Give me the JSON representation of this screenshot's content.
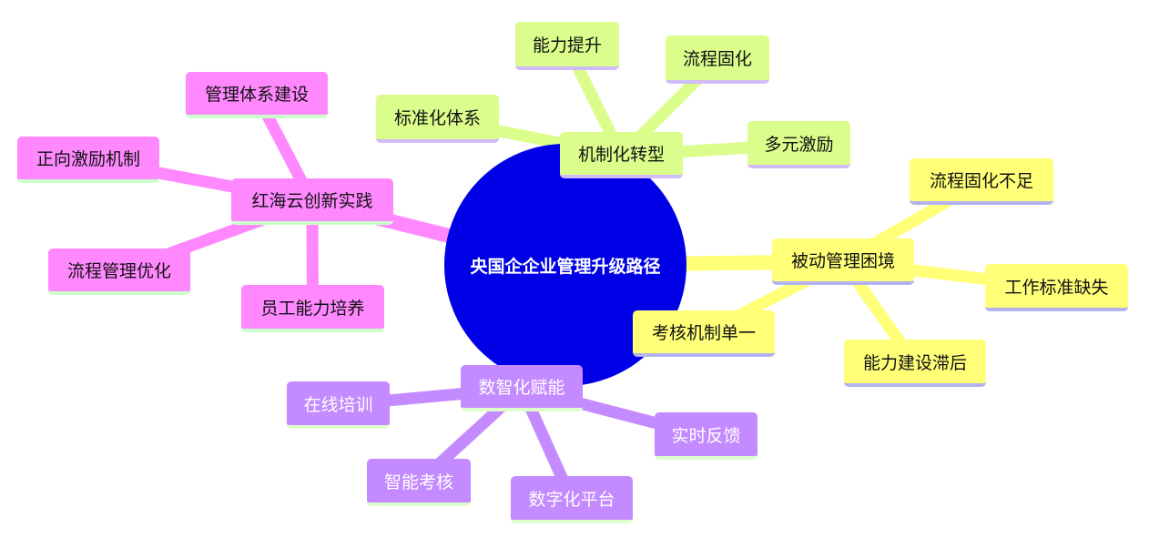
{
  "root": "央国企企业管理升级路径",
  "branches": [
    {
      "label": "机制化转型",
      "color": "#dafd8b",
      "children": [
        "能力提升",
        "流程固化",
        "标准化体系",
        "多元激励"
      ]
    },
    {
      "label": "被动管理困境",
      "color": "#ffff78",
      "children": [
        "流程固化不足",
        "工作标准缺失",
        "考核机制单一",
        "能力建设滞后"
      ]
    },
    {
      "label": "红海云创新实践",
      "color": "#ff88ff",
      "children": [
        "管理体系建设",
        "正向激励机制",
        "流程管理优化",
        "员工能力培养"
      ]
    },
    {
      "label": "数智化赋能",
      "color": "#c48aff",
      "children": [
        "在线培训",
        "实时反馈",
        "智能考核",
        "数字化平台"
      ]
    }
  ]
}
